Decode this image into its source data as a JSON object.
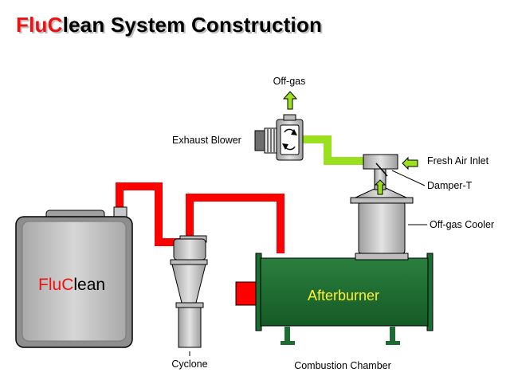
{
  "title": {
    "part1": "Flu",
    "part2": "C",
    "part3": "lean",
    "part4": " System Construction"
  },
  "tank": {
    "part1": "Flu",
    "part2": "C",
    "part3": "lean"
  },
  "labels": {
    "offgas": "Off-gas",
    "exhaust_blower": "Exhaust Blower",
    "fresh_air_inlet": "Fresh Air Inlet",
    "damper_t": "Damper-T",
    "offgas_cooler": "Off-gas Cooler",
    "afterburner": "Afterburner",
    "cyclone": "Cyclone",
    "combustion_chamber": "Combustion Chamber"
  },
  "colors": {
    "red_pipe": "#ff0000",
    "green_pipe": "#9ae01e",
    "chamber": "#1a6b2e",
    "afterburner_text": "#ffee33",
    "equipment": "#c8c8c8",
    "title_accent": "#ee1111"
  },
  "icons": [
    "offgas-arrow-icon",
    "fresh-air-arrow-icon",
    "rotation-arrows-icon"
  ]
}
